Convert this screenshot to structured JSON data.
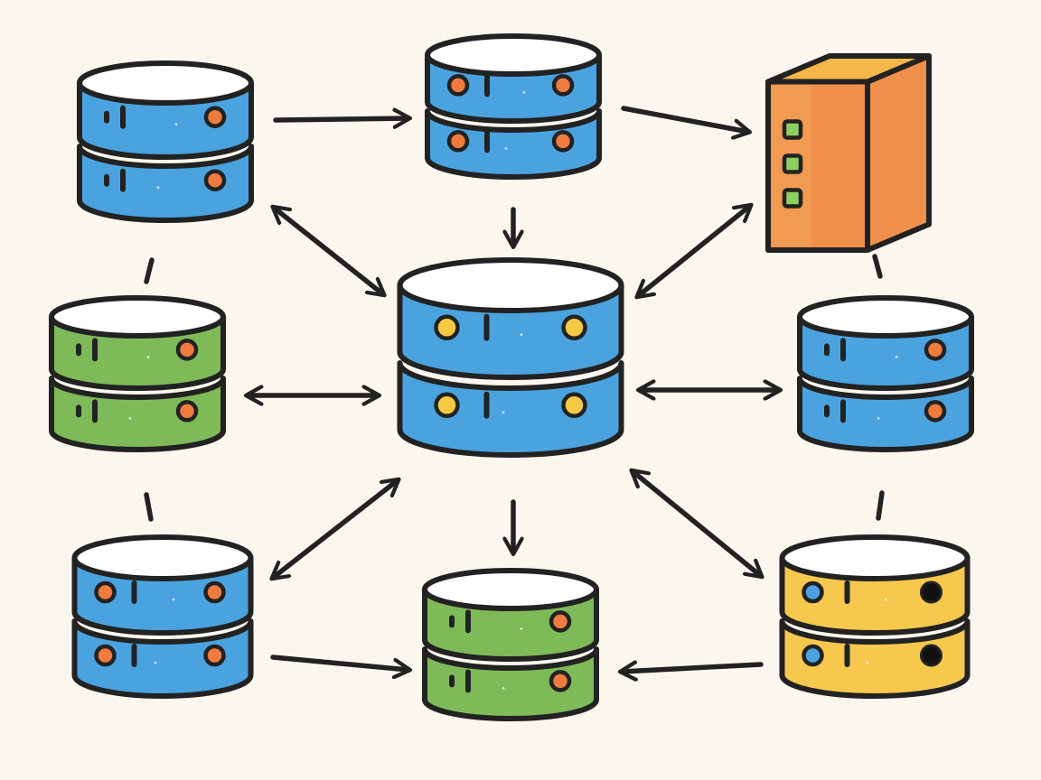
{
  "colors": {
    "background": "#fbf6ee",
    "outline": "#222222",
    "blue": "#4aa3df",
    "green": "#7fba59",
    "yellow": "#f6c84d",
    "orange": "#f0904a",
    "orange_side": "#f6b74a",
    "led_orange": "#ef7b3f",
    "led_yellow": "#f7c843",
    "led_green": "#8fcf5f",
    "led_blue": "#4aa3df",
    "led_black": "#111111",
    "top_white": "#ffffff"
  },
  "nodes": [
    {
      "id": "db-top-left",
      "icon": "database-icon",
      "color": "blue",
      "led": "led_orange"
    },
    {
      "id": "db-top-center",
      "icon": "database-icon",
      "color": "blue",
      "led": "led_orange"
    },
    {
      "id": "server-top-right",
      "icon": "server-icon",
      "color": "orange",
      "led": "led_green"
    },
    {
      "id": "db-mid-left",
      "icon": "database-icon",
      "color": "green",
      "led": "led_orange"
    },
    {
      "id": "db-center-hub",
      "icon": "database-icon",
      "color": "blue",
      "led": "led_yellow"
    },
    {
      "id": "db-mid-right",
      "icon": "database-icon",
      "color": "blue",
      "led": "led_orange"
    },
    {
      "id": "db-bottom-left",
      "icon": "database-icon",
      "color": "blue",
      "led": "led_orange"
    },
    {
      "id": "db-bottom-center",
      "icon": "database-icon",
      "color": "green",
      "led": "led_orange"
    },
    {
      "id": "db-bottom-right",
      "icon": "database-icon",
      "color": "yellow",
      "led": "led_black"
    }
  ],
  "connections": [
    {
      "from": "db-top-left",
      "to": "db-top-center",
      "type": "one-way"
    },
    {
      "from": "db-top-center",
      "to": "server-top-right",
      "type": "one-way"
    },
    {
      "from": "db-top-center",
      "to": "db-center-hub",
      "type": "one-way"
    },
    {
      "from": "db-top-left",
      "to": "db-center-hub",
      "type": "two-way"
    },
    {
      "from": "server-top-right",
      "to": "db-center-hub",
      "type": "two-way"
    },
    {
      "from": "db-mid-left",
      "to": "db-center-hub",
      "type": "two-way"
    },
    {
      "from": "db-center-hub",
      "to": "db-mid-right",
      "type": "two-way"
    },
    {
      "from": "db-bottom-left",
      "to": "db-center-hub",
      "type": "two-way"
    },
    {
      "from": "db-center-hub",
      "to": "db-bottom-right",
      "type": "two-way"
    },
    {
      "from": "db-center-hub",
      "to": "db-bottom-center",
      "type": "one-way"
    },
    {
      "from": "db-bottom-left",
      "to": "db-bottom-center",
      "type": "one-way"
    },
    {
      "from": "db-bottom-right",
      "to": "db-bottom-center",
      "type": "one-way"
    },
    {
      "from": "db-top-left",
      "to": "db-mid-left",
      "type": "dashed"
    },
    {
      "from": "db-mid-left",
      "to": "db-bottom-left",
      "type": "dashed"
    },
    {
      "from": "server-top-right",
      "to": "db-mid-right",
      "type": "dashed"
    },
    {
      "from": "db-mid-right",
      "to": "db-bottom-right",
      "type": "dashed"
    }
  ]
}
